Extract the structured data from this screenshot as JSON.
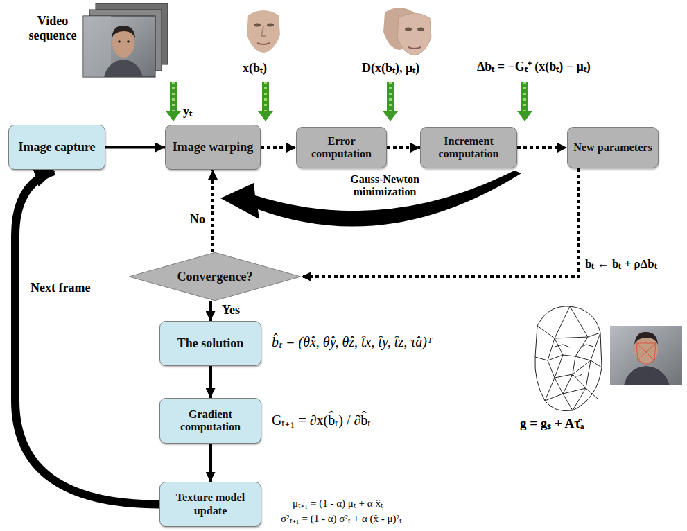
{
  "diagram": {
    "nodes": [
      {
        "text": [
          "Image capture"
        ]
      },
      {
        "text": [
          "Image warping"
        ]
      },
      {
        "text": [
          "Error computation"
        ]
      },
      {
        "text": [
          "Increment computation"
        ]
      },
      {
        "text": [
          "New parameters"
        ]
      },
      {
        "text": [
          "Convergence?"
        ]
      },
      {
        "text": [
          "The solution"
        ]
      },
      {
        "text": [
          "Gradient computation"
        ]
      },
      {
        "text": [
          "Texture model update"
        ]
      }
    ],
    "edges": [
      {
        "from": 0,
        "to": 1,
        "arrow": "to"
      },
      {
        "from": 1,
        "to": 2,
        "arrow": "to"
      },
      {
        "from": 2,
        "to": 3,
        "arrow": "to"
      },
      {
        "from": 3,
        "to": 4,
        "arrow": "to"
      },
      {
        "from": 4,
        "to": 5,
        "label": "bₜ ← bₜ + ρΔbₜ",
        "arrow": "to"
      },
      {
        "from": 5,
        "to": 1,
        "label": "No",
        "arrow": "to"
      },
      {
        "from": 5,
        "to": 6,
        "label": "Yes",
        "arrow": "to"
      },
      {
        "from": 6,
        "to": 7,
        "arrow": "to"
      },
      {
        "from": 7,
        "to": 8,
        "arrow": "to"
      },
      {
        "from": 8,
        "to": 0,
        "label": "Next frame",
        "arrow": "to"
      }
    ],
    "labels": [
      "Video sequence",
      "yₜ",
      "x(bₜ)",
      "D(x(bₜ), μₜ)",
      "Δbₜ = −Gₜ⁺ (x(bₜ) − μₜ)",
      "Gauss-Newton minimization",
      "b̂ₜ = (θ̂x, θ̂y, θ̂z, t̂x, t̂y, t̂z, τ̂a)ᵀ",
      "g = gₛ + Aτ̂ₐ",
      "Gₜ₊₁ = ∂x(b̂ₜ) / ∂b̂ₜ",
      "μₜ₊₁ = (1 - α) μₜ + α x̂ₜ",
      "σ²ₜ₊₁ = (1 - α) σ²ₜ + α (x̂ - μ)²ₜ"
    ]
  }
}
